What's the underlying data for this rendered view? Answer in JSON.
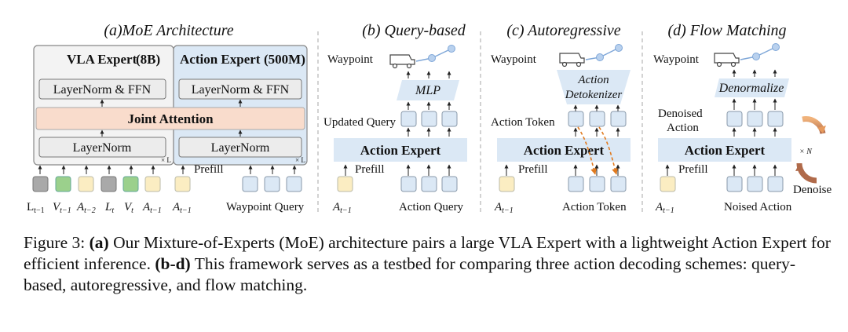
{
  "panels": {
    "a_title": "(a)MoE Architecture",
    "b_title": "(b) Query-based",
    "c_title": "(c) Autoregressive",
    "d_title": "(d) Flow Matching"
  },
  "moe": {
    "vla_expert": "VLA Expert",
    "vla_size": "(8B)",
    "action_expert": "Action Expert",
    "action_size": "(500M)",
    "layernorm_ffn": "LayerNorm & FFN",
    "joint_attention": "Joint Attention",
    "layernorm": "LayerNorm",
    "times_l": "× L",
    "prefill": "Prefill",
    "seq_labels": [
      "L",
      "V",
      "A",
      "L",
      "V",
      "A"
    ],
    "seq_subs": [
      "t−1",
      "t−1",
      "t−2",
      "t",
      "t",
      "t−1"
    ],
    "a_prev": "A",
    "a_prev_sub": "t−1",
    "waypoint_query": "Waypoint Query",
    "colors": {
      "gray": "#a9a9a9",
      "green": "#9bd08c",
      "yellow": "#fbedc2",
      "blue": "#dbe8f5",
      "peach": "#f9dccc"
    }
  },
  "b": {
    "waypoint": "Waypoint",
    "mlp": "MLP",
    "updated_query": "Updated Query",
    "action_expert": "Action Expert",
    "prefill": "Prefill",
    "a_prev": "A",
    "a_prev_sub": "t−1",
    "bottom_label": "Action Query"
  },
  "c": {
    "waypoint": "Waypoint",
    "detok_line1": "Action",
    "detok_line2": "Detokenizer",
    "action_token": "Action Token",
    "action_expert": "Action Expert",
    "prefill": "Prefill",
    "a_prev": "A",
    "a_prev_sub": "t−1",
    "bottom_label": "Action Token"
  },
  "d": {
    "waypoint": "Waypoint",
    "denormalize": "Denormalize",
    "denoised_line1": "Denoised",
    "denoised_line2": "Action",
    "action_expert": "Action Expert",
    "times_n": "× N",
    "denoise": "Denoise",
    "prefill": "Prefill",
    "a_prev": "A",
    "a_prev_sub": "t−1",
    "bottom_label": "Noised Action"
  },
  "caption": {
    "prefix": "Figure 3: ",
    "a_label": "(a)",
    "a_text": " Our Mixture-of-Experts (MoE) architecture pairs a large VLA Expert with a lightweight Action Expert for efficient inference. ",
    "bd_label": "(b-d)",
    "bd_text": " This framework serves as a testbed for comparing three action decoding schemes: query-based, autoregressive, and flow matching."
  }
}
